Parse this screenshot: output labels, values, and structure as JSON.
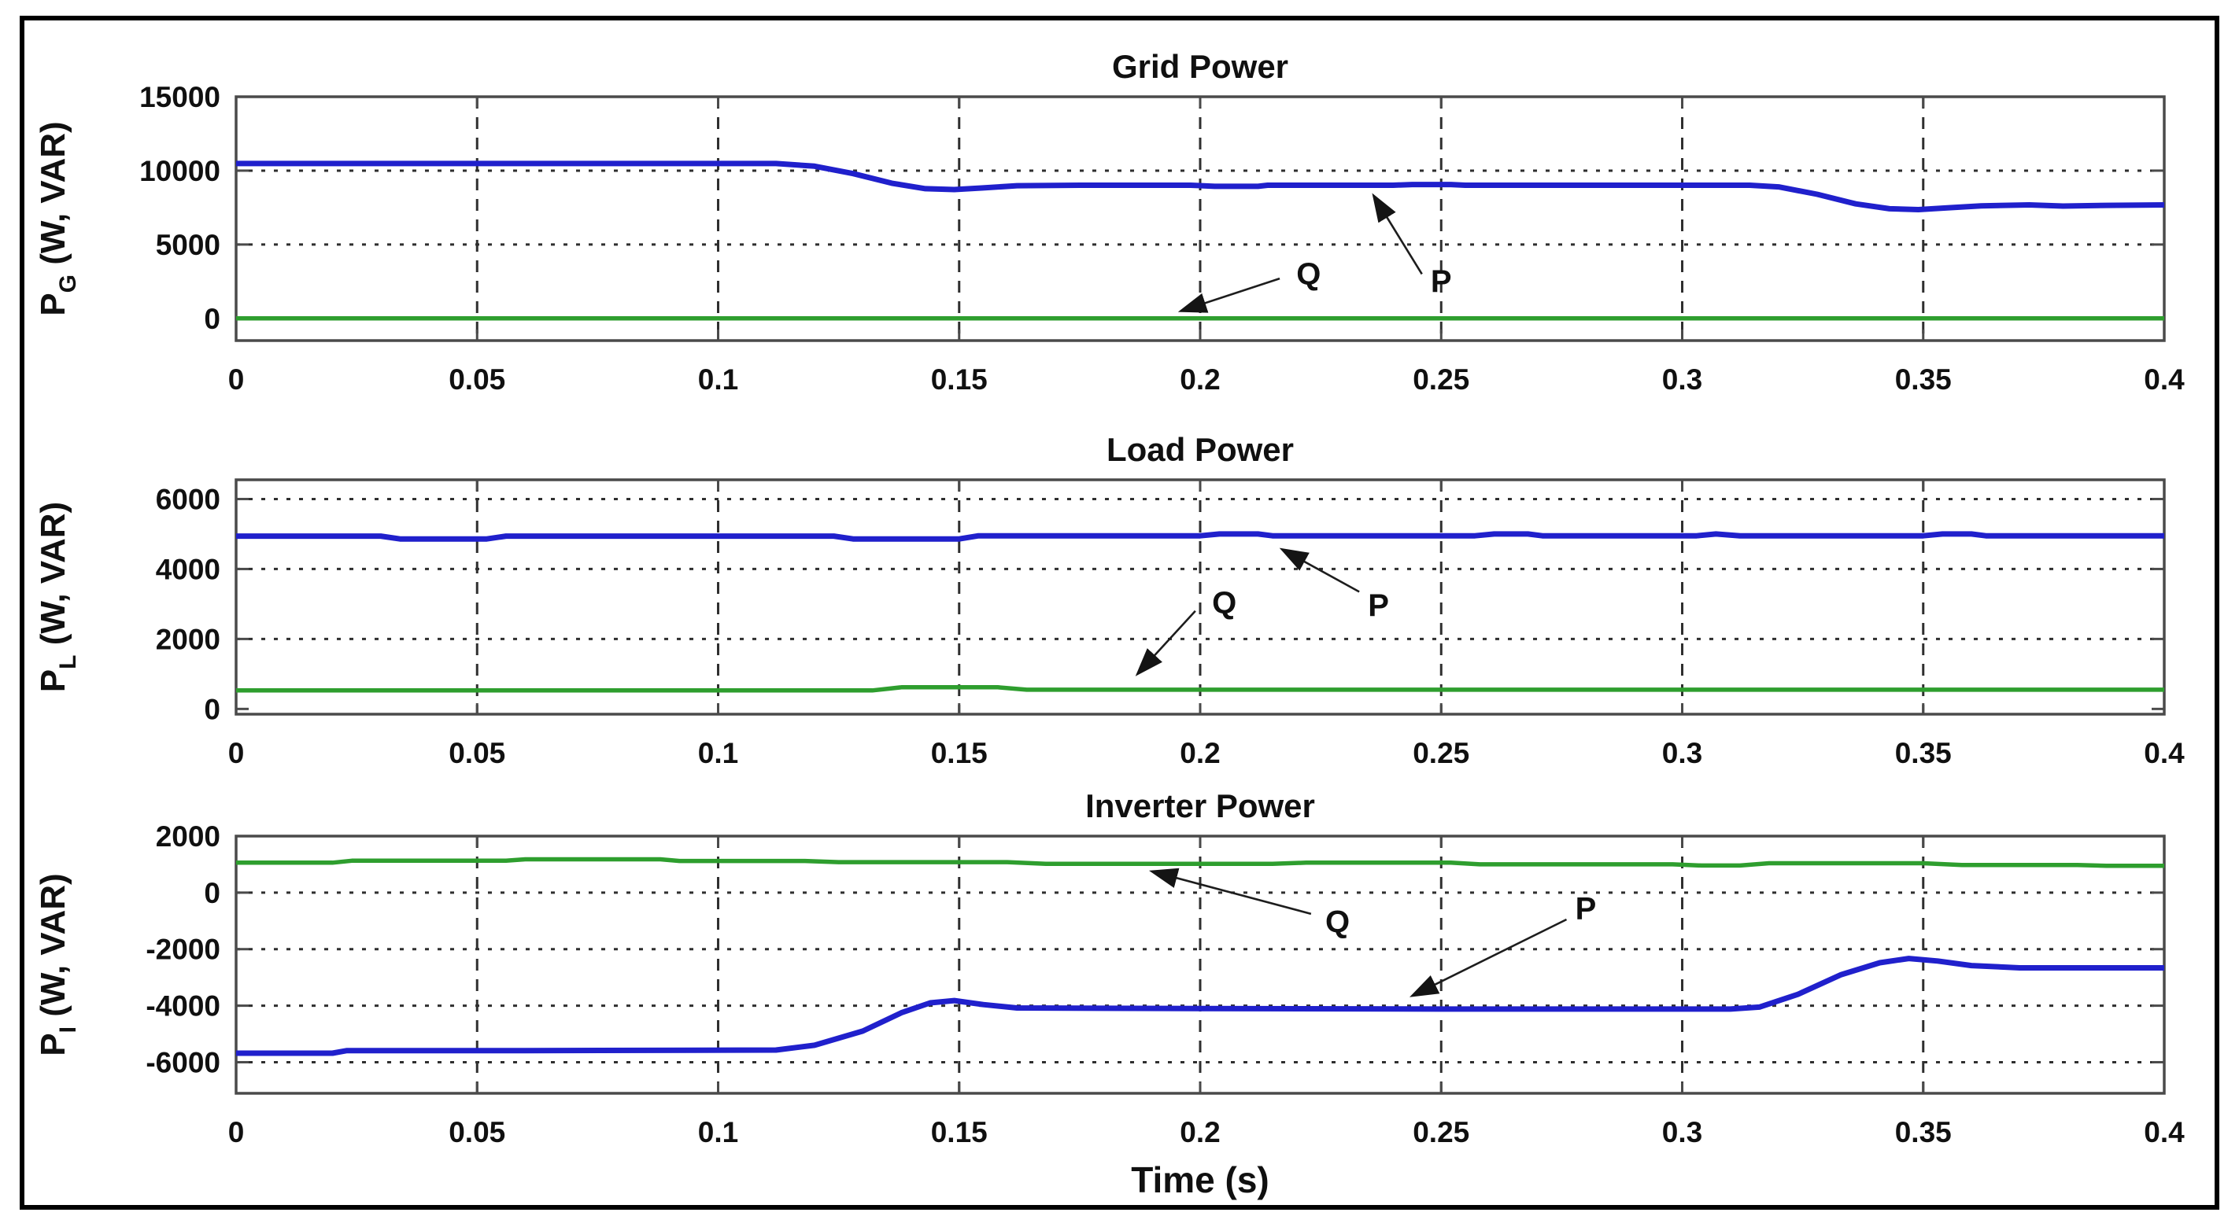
{
  "xlabel": "Time (s)",
  "line_colors": {
    "P": "#2020cc",
    "Q": "#2e9e2e"
  },
  "chart_data": [
    {
      "type": "line",
      "title": "Grid Power",
      "ylabel_pre": "P",
      "ylabel_sub": "G",
      "ylabel_post": " (W, VAR)",
      "xlim": [
        0,
        0.4
      ],
      "ylim": [
        -1500,
        15000
      ],
      "xticks": [
        0,
        0.05,
        0.1,
        0.15,
        0.2,
        0.25,
        0.3,
        0.35,
        0.4
      ],
      "xtick_labels": [
        "0",
        "0.05",
        "0.1",
        "0.15",
        "0.2",
        "0.25",
        "0.3",
        "0.35",
        "0.4"
      ],
      "yticks": [
        0,
        5000,
        10000,
        15000
      ],
      "ytick_labels": [
        "0",
        "5000",
        "10000",
        "15000"
      ],
      "grid_yticks": [
        0,
        5000,
        10000
      ],
      "series": [
        {
          "name": "Q",
          "color_key": "Q",
          "points": [
            [
              0,
              0
            ],
            [
              0.4,
              0
            ]
          ]
        },
        {
          "name": "P",
          "color_key": "P",
          "points": [
            [
              0,
              10480
            ],
            [
              0.112,
              10480
            ],
            [
              0.12,
              10300
            ],
            [
              0.128,
              9800
            ],
            [
              0.136,
              9150
            ],
            [
              0.143,
              8780
            ],
            [
              0.149,
              8720
            ],
            [
              0.155,
              8830
            ],
            [
              0.162,
              8980
            ],
            [
              0.175,
              9010
            ],
            [
              0.198,
              9010
            ],
            [
              0.203,
              8940
            ],
            [
              0.212,
              8940
            ],
            [
              0.214,
              9010
            ],
            [
              0.24,
              9010
            ],
            [
              0.244,
              9060
            ],
            [
              0.252,
              9060
            ],
            [
              0.255,
              9010
            ],
            [
              0.3,
              9010
            ],
            [
              0.314,
              9010
            ],
            [
              0.32,
              8900
            ],
            [
              0.328,
              8400
            ],
            [
              0.336,
              7750
            ],
            [
              0.343,
              7420
            ],
            [
              0.349,
              7360
            ],
            [
              0.355,
              7480
            ],
            [
              0.362,
              7620
            ],
            [
              0.372,
              7680
            ],
            [
              0.379,
              7600
            ],
            [
              0.388,
              7650
            ],
            [
              0.4,
              7680
            ]
          ]
        }
      ],
      "annotations": [
        {
          "label": "Q",
          "label_x": 0.2225,
          "label_y": 3050,
          "from": [
            0.2165,
            2700
          ],
          "to": [
            0.196,
            500
          ]
        },
        {
          "label": "P",
          "label_x": 0.25,
          "label_y": 2550,
          "from": [
            0.246,
            3000
          ],
          "to": [
            0.236,
            8300
          ]
        }
      ]
    },
    {
      "type": "line",
      "title": "Load Power",
      "ylabel_pre": "P",
      "ylabel_sub": "L",
      "ylabel_post": " (W, VAR)",
      "xlim": [
        0,
        0.4
      ],
      "ylim": [
        -150,
        6550
      ],
      "xticks": [
        0,
        0.05,
        0.1,
        0.15,
        0.2,
        0.25,
        0.3,
        0.35,
        0.4
      ],
      "xtick_labels": [
        "0",
        "0.05",
        "0.1",
        "0.15",
        "0.2",
        "0.25",
        "0.3",
        "0.35",
        "0.4"
      ],
      "yticks": [
        0,
        2000,
        4000,
        6000
      ],
      "ytick_labels": [
        "0",
        "2000",
        "4000",
        "6000"
      ],
      "grid_yticks": [
        2000,
        4000,
        6000
      ],
      "series": [
        {
          "name": "Q",
          "color_key": "Q",
          "points": [
            [
              0,
              530
            ],
            [
              0.132,
              530
            ],
            [
              0.138,
              620
            ],
            [
              0.158,
              620
            ],
            [
              0.164,
              550
            ],
            [
              0.4,
              550
            ]
          ]
        },
        {
          "name": "P",
          "color_key": "P",
          "points": [
            [
              0,
              4940
            ],
            [
              0.03,
              4940
            ],
            [
              0.034,
              4860
            ],
            [
              0.052,
              4860
            ],
            [
              0.056,
              4940
            ],
            [
              0.124,
              4940
            ],
            [
              0.128,
              4860
            ],
            [
              0.15,
              4860
            ],
            [
              0.154,
              4950
            ],
            [
              0.2,
              4950
            ],
            [
              0.204,
              5000
            ],
            [
              0.212,
              5000
            ],
            [
              0.215,
              4950
            ],
            [
              0.257,
              4950
            ],
            [
              0.261,
              5000
            ],
            [
              0.268,
              5000
            ],
            [
              0.271,
              4950
            ],
            [
              0.303,
              4950
            ],
            [
              0.307,
              5000
            ],
            [
              0.312,
              4950
            ],
            [
              0.35,
              4950
            ],
            [
              0.354,
              5000
            ],
            [
              0.36,
              5000
            ],
            [
              0.363,
              4950
            ],
            [
              0.4,
              4950
            ]
          ]
        }
      ],
      "annotations": [
        {
          "label": "Q",
          "label_x": 0.205,
          "label_y": 3050,
          "from": [
            0.199,
            2800
          ],
          "to": [
            0.187,
            1000
          ]
        },
        {
          "label": "P",
          "label_x": 0.237,
          "label_y": 2980,
          "from": [
            0.233,
            3350
          ],
          "to": [
            0.217,
            4560
          ]
        }
      ]
    },
    {
      "type": "line",
      "title": "Inverter Power",
      "ylabel_pre": "P",
      "ylabel_sub": "I",
      "ylabel_post": " (W, VAR)",
      "xlim": [
        0,
        0.4
      ],
      "ylim": [
        -7100,
        2000
      ],
      "xticks": [
        0,
        0.05,
        0.1,
        0.15,
        0.2,
        0.25,
        0.3,
        0.35,
        0.4
      ],
      "xtick_labels": [
        "0",
        "0.05",
        "0.1",
        "0.15",
        "0.2",
        "0.25",
        "0.3",
        "0.35",
        "0.4"
      ],
      "yticks": [
        -6000,
        -4000,
        -2000,
        0,
        2000
      ],
      "ytick_labels": [
        "-6000",
        "-4000",
        "-2000",
        "0",
        "2000"
      ],
      "grid_yticks": [
        -6000,
        -4000,
        -2000,
        0
      ],
      "series": [
        {
          "name": "Q",
          "color_key": "Q",
          "points": [
            [
              0,
              1060
            ],
            [
              0.02,
              1060
            ],
            [
              0.024,
              1130
            ],
            [
              0.056,
              1130
            ],
            [
              0.06,
              1180
            ],
            [
              0.088,
              1180
            ],
            [
              0.092,
              1120
            ],
            [
              0.118,
              1120
            ],
            [
              0.125,
              1080
            ],
            [
              0.16,
              1080
            ],
            [
              0.168,
              1020
            ],
            [
              0.215,
              1020
            ],
            [
              0.222,
              1060
            ],
            [
              0.252,
              1060
            ],
            [
              0.258,
              1000
            ],
            [
              0.298,
              1000
            ],
            [
              0.304,
              960
            ],
            [
              0.312,
              960
            ],
            [
              0.318,
              1040
            ],
            [
              0.35,
              1040
            ],
            [
              0.358,
              980
            ],
            [
              0.382,
              980
            ],
            [
              0.388,
              950
            ],
            [
              0.4,
              950
            ]
          ]
        },
        {
          "name": "P",
          "color_key": "P",
          "points": [
            [
              0,
              -5680
            ],
            [
              0.02,
              -5680
            ],
            [
              0.023,
              -5590
            ],
            [
              0.06,
              -5590
            ],
            [
              0.112,
              -5570
            ],
            [
              0.12,
              -5400
            ],
            [
              0.13,
              -4900
            ],
            [
              0.138,
              -4250
            ],
            [
              0.144,
              -3900
            ],
            [
              0.149,
              -3820
            ],
            [
              0.155,
              -3960
            ],
            [
              0.162,
              -4080
            ],
            [
              0.2,
              -4100
            ],
            [
              0.25,
              -4120
            ],
            [
              0.31,
              -4120
            ],
            [
              0.316,
              -4050
            ],
            [
              0.324,
              -3600
            ],
            [
              0.333,
              -2900
            ],
            [
              0.341,
              -2480
            ],
            [
              0.347,
              -2330
            ],
            [
              0.353,
              -2420
            ],
            [
              0.36,
              -2580
            ],
            [
              0.37,
              -2660
            ],
            [
              0.4,
              -2660
            ]
          ]
        }
      ],
      "annotations": [
        {
          "label": "Q",
          "label_x": 0.2285,
          "label_y": -1000,
          "from": [
            0.223,
            -750
          ],
          "to": [
            0.19,
            750
          ]
        },
        {
          "label": "P",
          "label_x": 0.28,
          "label_y": -550,
          "from": [
            0.276,
            -950
          ],
          "to": [
            0.244,
            -3650
          ]
        }
      ]
    }
  ]
}
